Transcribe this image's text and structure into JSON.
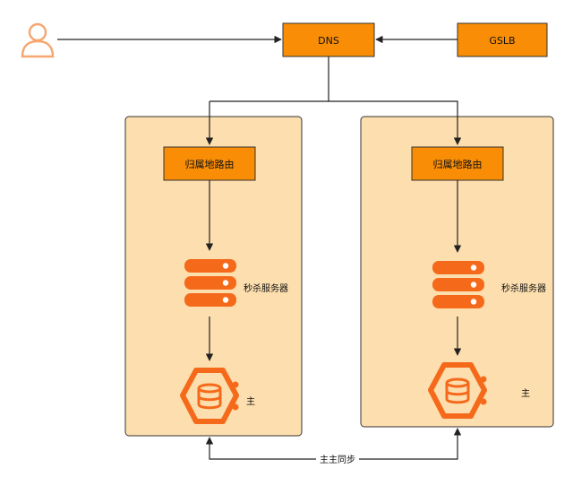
{
  "diagram": {
    "nodes": {
      "user": {
        "icon": "user-icon"
      },
      "dns": {
        "label": "DNS"
      },
      "gslb": {
        "label": "GSLB"
      },
      "left_region": {
        "router_label": "归属地路由",
        "server_label": "秒杀服务器",
        "server_icon": "server-stack-icon",
        "db_label": "主",
        "db_icon": "database-hexagon-icon"
      },
      "right_region": {
        "router_label": "归属地路由",
        "server_label": "秒杀服务器",
        "server_icon": "server-stack-icon",
        "db_label": "主",
        "db_icon": "database-hexagon-icon"
      }
    },
    "sync_label": "主主同步",
    "colors": {
      "accent": "#f98d05",
      "region_fill": "#fddeae",
      "region_stroke": "#333333",
      "icon_orange": "#f56a1a",
      "user_icon": "#f6a66e",
      "line": "#222222"
    }
  }
}
